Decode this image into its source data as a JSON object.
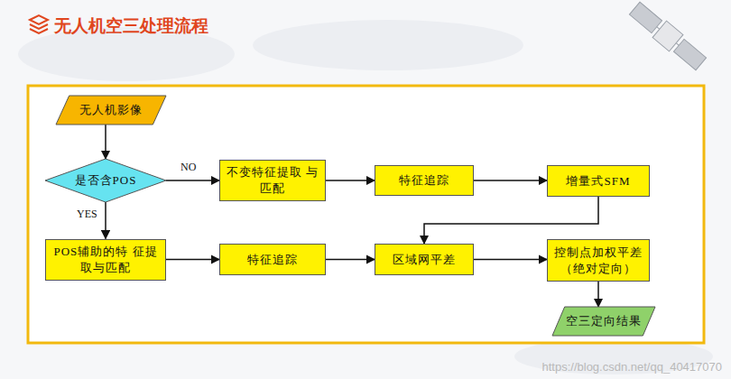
{
  "diagram": {
    "title": "无人机空三处理流程",
    "nodes": [
      {
        "text": [
          "无人机影像"
        ]
      },
      {
        "text": [
          "是否含POS"
        ]
      },
      {
        "text": [
          "不变特征提取 与匹配"
        ]
      },
      {
        "text": [
          "特征追踪"
        ]
      },
      {
        "text": [
          "增量式SFM"
        ]
      },
      {
        "text": [
          "POS辅助的特 征提取与匹配"
        ]
      },
      {
        "text": [
          "特征追踪"
        ]
      },
      {
        "text": [
          "区域网平差"
        ]
      },
      {
        "text": [
          "控制点加权平差 （绝对定向）"
        ]
      },
      {
        "text": [
          "空三定向结果"
        ]
      }
    ],
    "edges": [
      {
        "from": 0,
        "to": 1,
        "arrow": "to"
      },
      {
        "from": 1,
        "to": 2,
        "label": "NO",
        "arrow": "to"
      },
      {
        "from": 1,
        "to": 5,
        "label": "YES",
        "arrow": "to"
      },
      {
        "from": 2,
        "to": 3,
        "arrow": "to"
      },
      {
        "from": 3,
        "to": 4,
        "arrow": "to"
      },
      {
        "from": 4,
        "to": 7,
        "arrow": "to"
      },
      {
        "from": 5,
        "to": 6,
        "arrow": "to"
      },
      {
        "from": 6,
        "to": 7,
        "arrow": "to"
      },
      {
        "from": 7,
        "to": 8,
        "arrow": "to"
      },
      {
        "from": 8,
        "to": 9,
        "arrow": "to"
      }
    ],
    "labels": [
      "https://blog.csdn.net/qq_40417070"
    ]
  }
}
